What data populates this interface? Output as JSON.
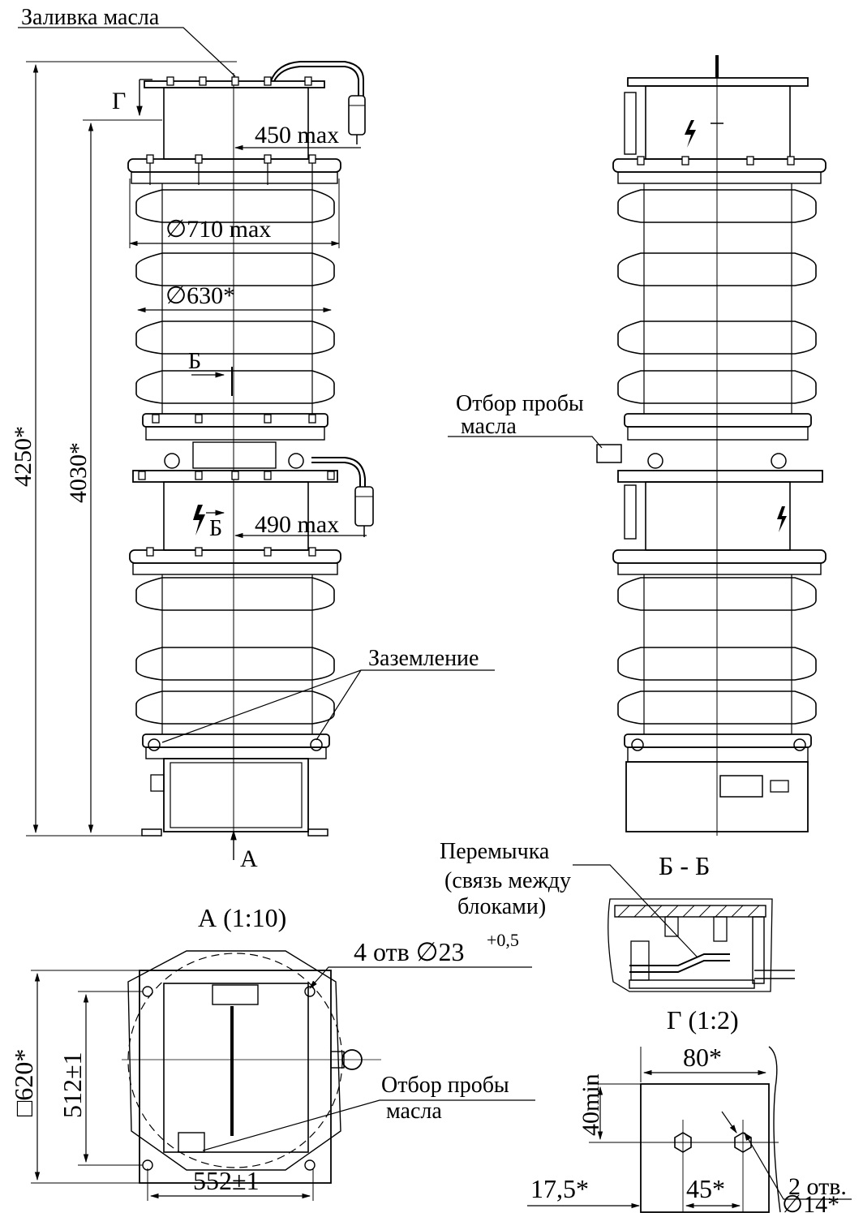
{
  "labels": {
    "oil_fill": "Заливка масла",
    "g_marker": "Г",
    "dim_450": "450 max",
    "dim_710": "∅710 max",
    "dim_630": "∅630*",
    "b_marker_top": "Б",
    "b_marker_mid": "Б",
    "dim_490": "490 max",
    "dim_4250": "4250*",
    "dim_4030": "4030*",
    "grounding": "Заземление",
    "view_a_arrow": "А",
    "oil_sample_right_1": "Отбор пробы",
    "oil_sample_right_2": "масла",
    "jumper_1": "Перемычка",
    "jumper_2": "(связь между",
    "jumper_3": "блоками)",
    "section_bb": "Б - Б",
    "view_a_title": "А (1:10)",
    "holes_4": "4 отв ∅23",
    "holes_4_tol": "+0,5",
    "dim_620": "□620*",
    "dim_512": "512±1",
    "dim_552": "552±1",
    "oil_sample_bottom_1": "Отбор пробы",
    "oil_sample_bottom_2": "масла",
    "view_g_title": "Г (1:2)",
    "dim_80": "80*",
    "dim_40": "40min",
    "dim_17_5": "17,5*",
    "dim_45": "45*",
    "holes_2_1": "2 отв.",
    "holes_2_2": "∅14*"
  },
  "icons": {
    "lightning": "high-voltage-icon"
  }
}
